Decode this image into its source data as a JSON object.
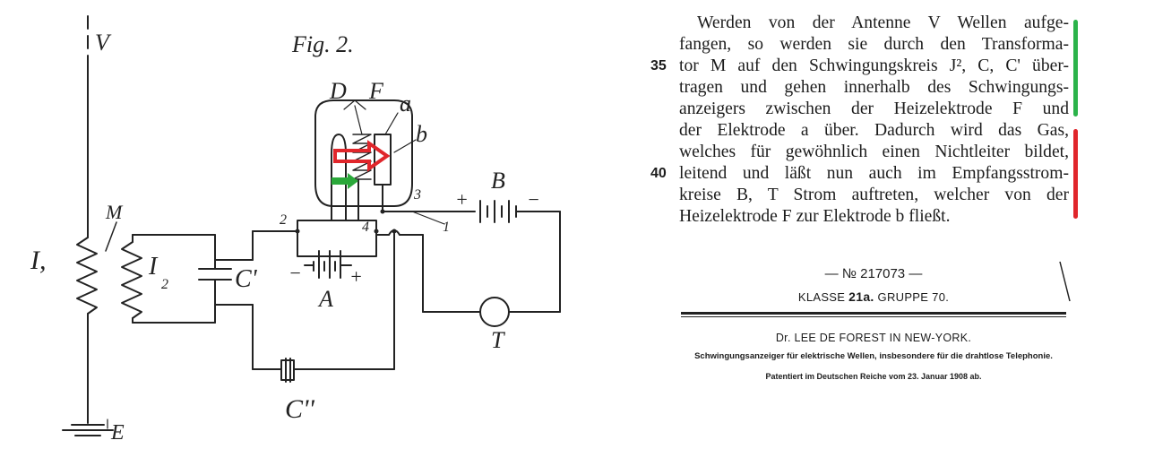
{
  "figure": {
    "title": "Fig. 2.",
    "labels": {
      "V": "V",
      "M": "M",
      "I1": "I,",
      "I2": "I",
      "I2_sub": "2",
      "C1": "C'",
      "C2": "C''",
      "E": "E",
      "D": "D",
      "F": "F",
      "a": "a",
      "b": "b",
      "B": "B",
      "A": "A",
      "T": "T",
      "n1": "1",
      "n2": "2",
      "n3": "3",
      "n4": "4",
      "plus1": "+",
      "minus1": "−",
      "plus2": "+",
      "minus2": "−"
    },
    "arrow_colors": {
      "red": "#e0262b",
      "green": "#2aa83a"
    }
  },
  "text": {
    "lines": [
      "Werden von der Antenne V Wellen aufge-",
      "fangen, so werden sie durch den Transforma-",
      "tor M auf den Schwingungskreis J², C, C' über-",
      "tragen und gehen innerhalb des Schwingungs-",
      "anzeigers zwischen der Heizelektrode F und",
      "der Elektrode a über. Dadurch wird das Gas,",
      "welches für gewöhnlich einen Nichtleiter bildet,",
      "leitend und läßt nun auch im Empfangsstrom-",
      "kreise B, T Strom auftreten, welcher von der",
      "Heizelektrode F zur Elektrode b fließt."
    ],
    "line_numbers": {
      "n35": "35",
      "n40": "40"
    },
    "highlight_colors": {
      "green": "#2bb34a",
      "red": "#e0262b"
    }
  },
  "header": {
    "patent_number": "— № 217073 —",
    "klasse_prefix": "KLASSE",
    "klasse_value": "21a.",
    "gruppe": "GRUPPE 70.",
    "author": "Dr. LEE DE FOREST IN NEW-YORK.",
    "subject": "Schwingungsanzeiger für elektrische Wellen, insbesondere für die drahtlose Telephonie.",
    "patentiert": "Patentiert im Deutschen Reiche vom 23. Januar 1908 ab."
  }
}
